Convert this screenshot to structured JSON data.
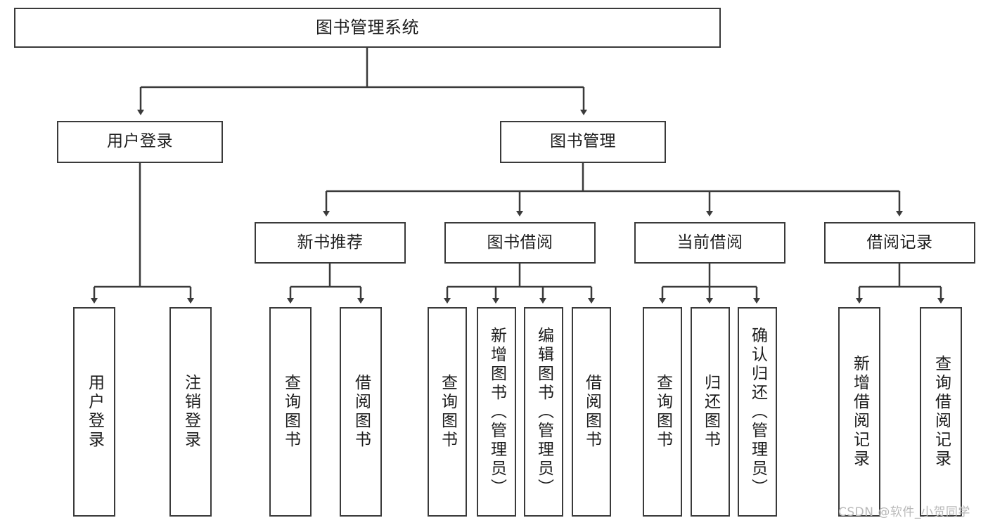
{
  "diagram": {
    "title": "图书管理系统",
    "type": "tree-hierarchy",
    "colors": {
      "box_border": "#3a3a3a",
      "box_fill": "#ffffff",
      "connector": "#3a3a3a",
      "text": "#1c1c1c",
      "watermark": "#b9b9b9",
      "background": "#ffffff"
    }
  },
  "root": {
    "label": "图书管理系统"
  },
  "level2": [
    {
      "label": "用户登录"
    },
    {
      "label": "图书管理"
    }
  ],
  "level3": [
    {
      "label": "新书推荐"
    },
    {
      "label": "图书借阅"
    },
    {
      "label": "当前借阅"
    },
    {
      "label": "借阅记录"
    }
  ],
  "leaves": {
    "user_login": [
      {
        "label": "用户登录"
      },
      {
        "label": "注销登录"
      }
    ],
    "new_book_recommend": [
      {
        "label": "查询图书"
      },
      {
        "label": "借阅图书"
      }
    ],
    "book_borrow": [
      {
        "label": "查询图书"
      },
      {
        "label": "新增图书（管理员）"
      },
      {
        "label": "编辑图书（管理员）"
      },
      {
        "label": "借阅图书"
      }
    ],
    "current_borrow": [
      {
        "label": "查询图书"
      },
      {
        "label": "归还图书"
      },
      {
        "label": "确认归还（管理员）"
      }
    ],
    "borrow_records": [
      {
        "label": "新增借阅记录"
      },
      {
        "label": "查询借阅记录"
      }
    ]
  },
  "watermark": {
    "text": "CSDN @软件_小贺同学"
  }
}
